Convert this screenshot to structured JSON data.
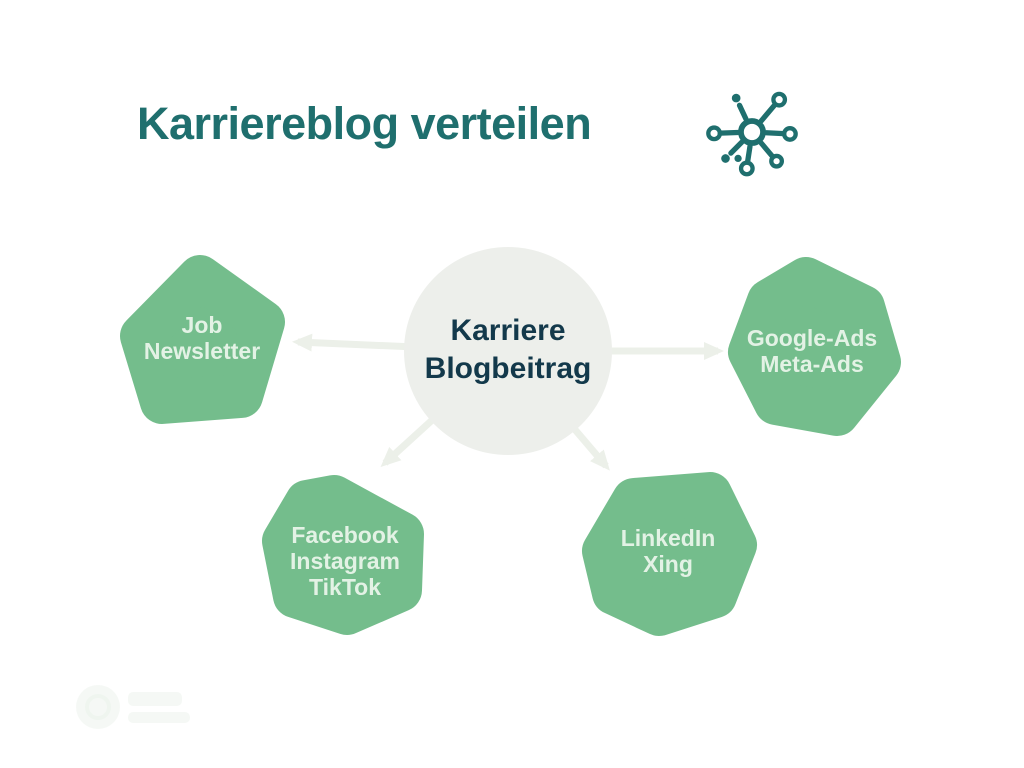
{
  "canvas": {
    "background": "#ffffff"
  },
  "header": {
    "title": "Karriereblog verteilen",
    "title_color": "#1f6f6e",
    "icon": "network-hub-icon"
  },
  "diagram": {
    "type": "mindmap",
    "center_node": {
      "lines": [
        "Karriere",
        "Blogbeitrag"
      ],
      "fill": "#edefeb",
      "text_color": "#13394b"
    },
    "nodes": [
      {
        "id": "job-newsletter",
        "position": "left",
        "lines": [
          "Job",
          "Newsletter"
        ]
      },
      {
        "id": "facebook-instagram-tiktok",
        "position": "bottom-left",
        "lines": [
          "Facebook",
          "Instagram",
          "TikTok"
        ]
      },
      {
        "id": "linkedin-xing",
        "position": "bottom-right",
        "lines": [
          "LinkedIn",
          "Xing"
        ]
      },
      {
        "id": "google-ads-meta-ads",
        "position": "right",
        "lines": [
          "Google-Ads",
          "Meta-Ads"
        ]
      }
    ],
    "node_fill": "#74bd8c",
    "node_text_color": "#e3f2e5",
    "connector_color": "#ecf0e9",
    "connectors": [
      {
        "from": "center",
        "to": "job-newsletter"
      },
      {
        "from": "center",
        "to": "facebook-instagram-tiktok"
      },
      {
        "from": "center",
        "to": "linkedin-xing"
      },
      {
        "from": "center",
        "to": "google-ads-meta-ads"
      }
    ]
  },
  "footer": {
    "watermark": "brand-logo-watermark"
  }
}
